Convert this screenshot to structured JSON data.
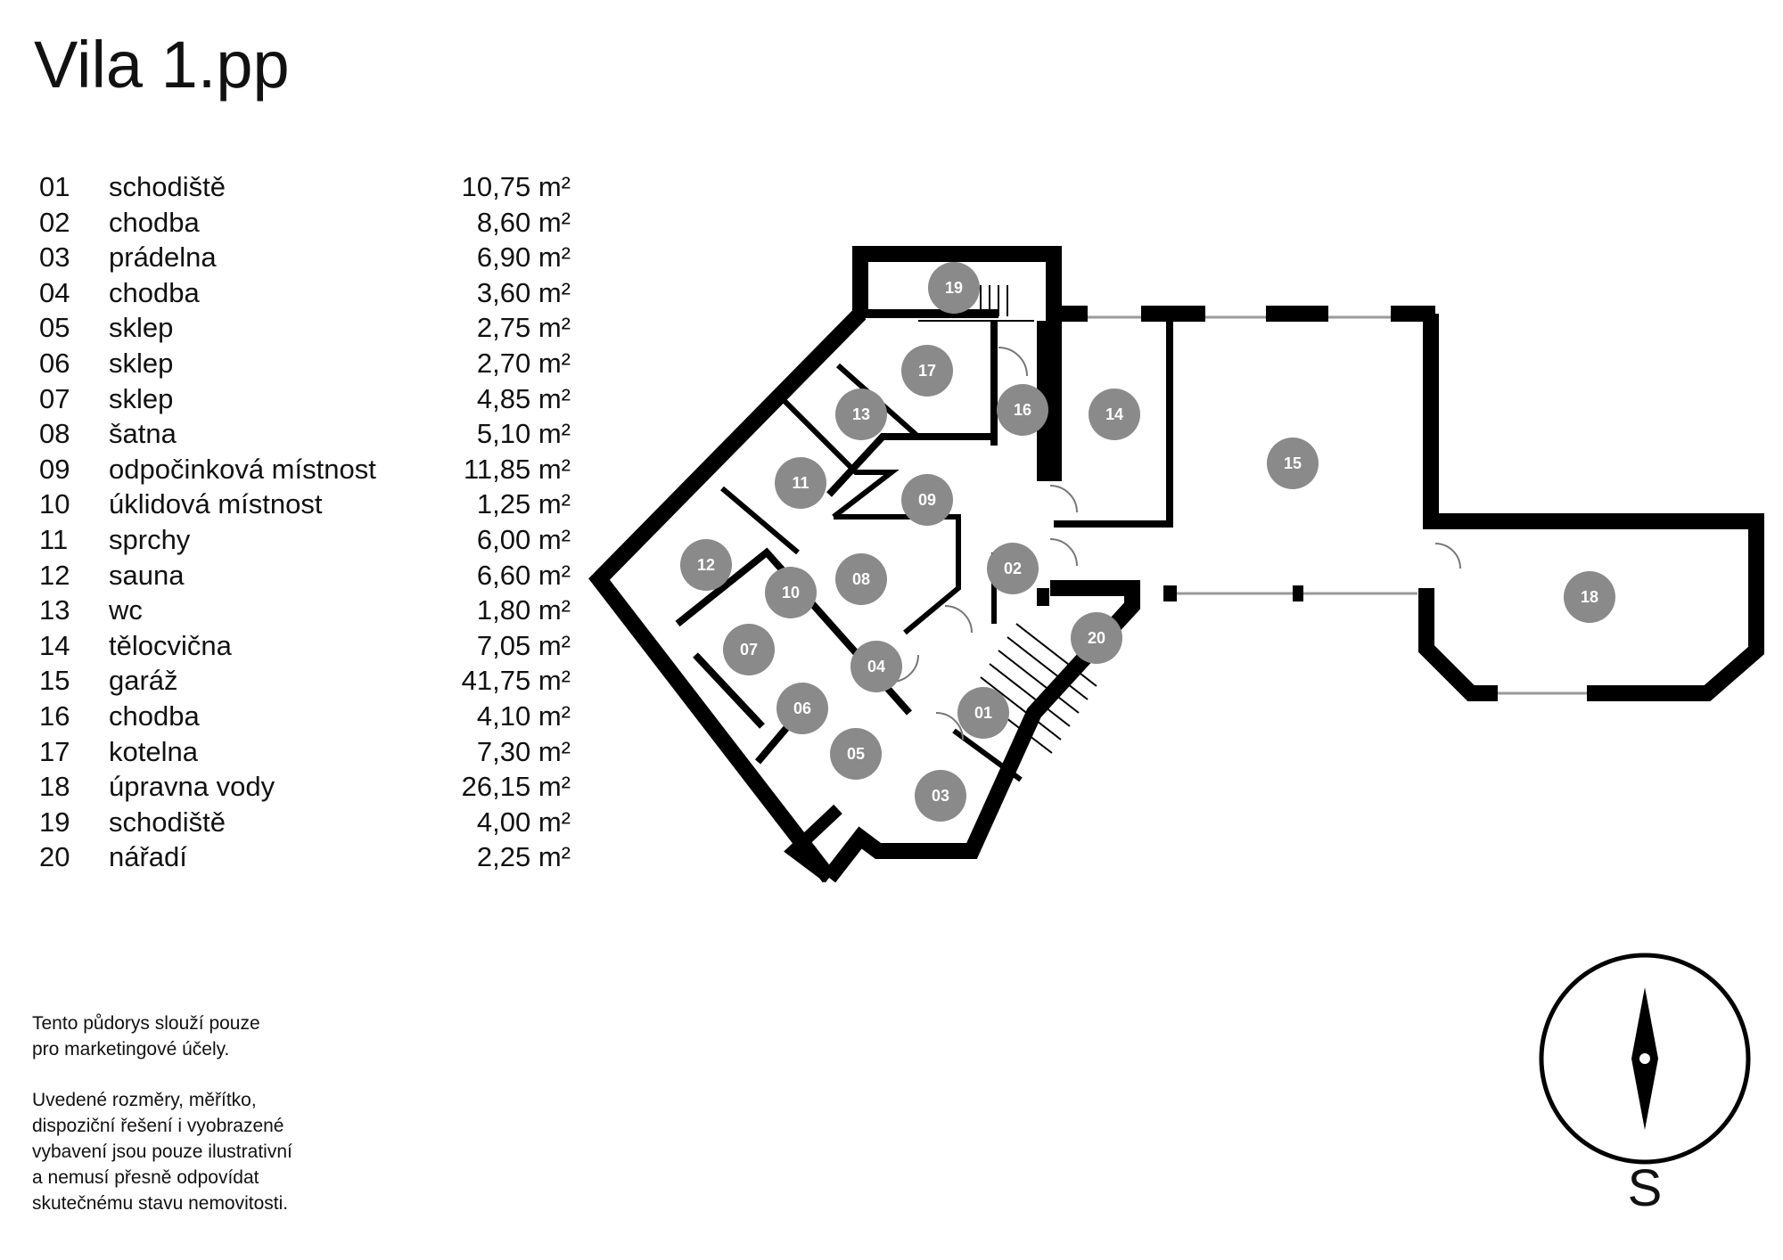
{
  "title": "Vila 1.pp",
  "rooms": [
    {
      "num": "01",
      "name": "schodiště",
      "area": "10,75 m²"
    },
    {
      "num": "02",
      "name": "chodba",
      "area": "8,60 m²"
    },
    {
      "num": "03",
      "name": "prádelna",
      "area": "6,90 m²"
    },
    {
      "num": "04",
      "name": "chodba",
      "area": "3,60 m²"
    },
    {
      "num": "05",
      "name": "sklep",
      "area": "2,75 m²"
    },
    {
      "num": "06",
      "name": "sklep",
      "area": "2,70 m²"
    },
    {
      "num": "07",
      "name": "sklep",
      "area": "4,85 m²"
    },
    {
      "num": "08",
      "name": "šatna",
      "area": "5,10 m²"
    },
    {
      "num": "09",
      "name": "odpočinková místnost",
      "area": "11,85 m²"
    },
    {
      "num": "10",
      "name": "úklidová místnost",
      "area": "1,25 m²"
    },
    {
      "num": "11",
      "name": "sprchy",
      "area": "6,00 m²"
    },
    {
      "num": "12",
      "name": "sauna",
      "area": "6,60 m²"
    },
    {
      "num": "13",
      "name": "wc",
      "area": "1,80 m²"
    },
    {
      "num": "14",
      "name": "tělocvična",
      "area": "7,05 m²"
    },
    {
      "num": "15",
      "name": "garáž",
      "area": "41,75 m²"
    },
    {
      "num": "16",
      "name": "chodba",
      "area": "4,10 m²"
    },
    {
      "num": "17",
      "name": "kotelna",
      "area": "7,30 m²"
    },
    {
      "num": "18",
      "name": "úpravna vody",
      "area": "26,15 m²"
    },
    {
      "num": "19",
      "name": "schodiště",
      "area": "4,00 m²"
    },
    {
      "num": "20",
      "name": "nářadí",
      "area": "2,25 m²"
    }
  ],
  "disclaimer": {
    "p1": "Tento půdorys slouží pouze\npro marketingové účely.",
    "p2": "Uvedené rozměry, měřítko,\ndispoziční řešení i vyobrazené\nvybavení jsou pouze ilustrativní\na nemusí přesně odpovídat\nskutečnému stavu nemovitosti."
  },
  "compass": {
    "letter": "S"
  },
  "colors": {
    "wall": "#000000",
    "marker": "#8a8a8a",
    "marker_text": "#ffffff",
    "window": "#9a9a9a"
  },
  "plan_labels": [
    "01",
    "02",
    "03",
    "04",
    "05",
    "06",
    "07",
    "08",
    "09",
    "10",
    "11",
    "12",
    "13",
    "14",
    "15",
    "16",
    "17",
    "18",
    "19",
    "20"
  ]
}
